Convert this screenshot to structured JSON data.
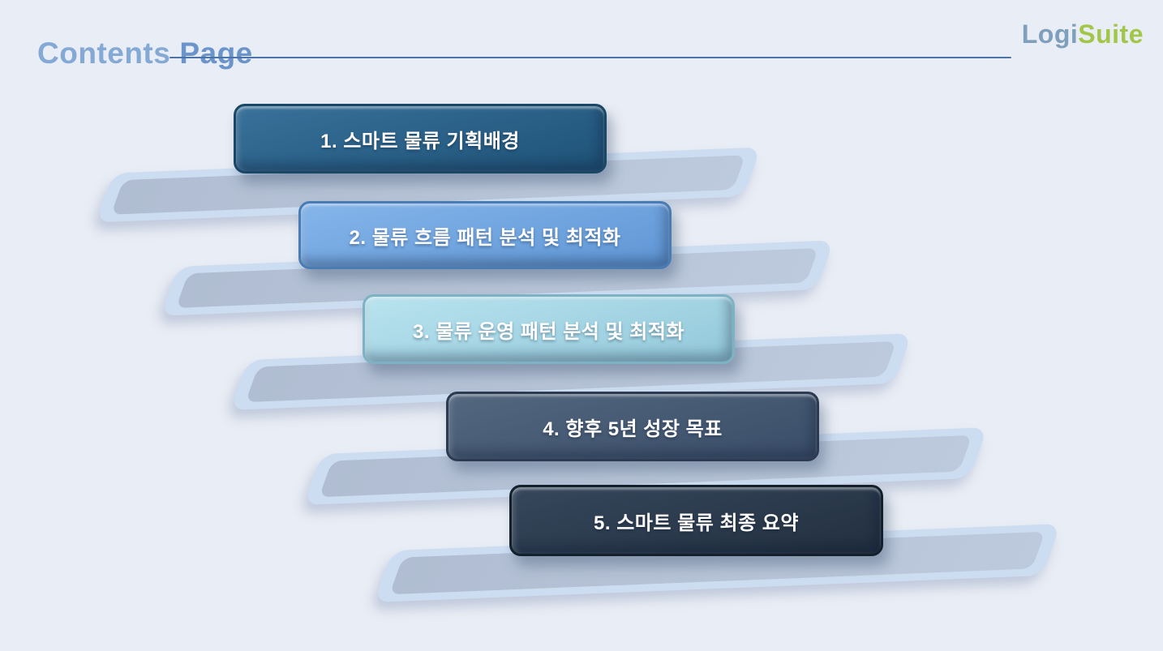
{
  "theme": {
    "background": "#e9edf5",
    "ribbon_outer": "#cdddf1",
    "ribbon_inner": "#b0bdd2",
    "ribbon_inner_light": "#bdc9dc",
    "bar_text": "#ffffff"
  },
  "header": {
    "title_word1": "Contents",
    "title_word2": "Page",
    "title_color1": "#83a9d4",
    "title_color2": "#6b94cb",
    "divider_color": "#4c74a9"
  },
  "logo": {
    "word1": "Logi",
    "word2": "Suite",
    "color1": "#7fa0bc",
    "color2": "#a2c647"
  },
  "toc": {
    "items": [
      {
        "label": "1. 스마트 물류 기획배경",
        "fill_top": "#38719a",
        "fill_bottom": "#1f5277",
        "rim": "#1a4765"
      },
      {
        "label": "2. 물류 흐름 패턴 분석 및 최적화",
        "fill_top": "#85b5ea",
        "fill_bottom": "#5f96d5",
        "rim": "#4a7cb4"
      },
      {
        "label": "3. 물류 운영 패턴 분석 및 최적화",
        "fill_top": "#b9e3ef",
        "fill_bottom": "#92c8d9",
        "rim": "#7cb2c3"
      },
      {
        "label": "4. 향후 5년 성장 목표",
        "fill_top": "#53677f",
        "fill_bottom": "#3a4d68",
        "rim": "#2c3a52"
      },
      {
        "label": "5. 스마트 물류 최종 요약",
        "fill_top": "#36475c",
        "fill_bottom": "#222f3f",
        "rim": "#15202d"
      }
    ]
  }
}
